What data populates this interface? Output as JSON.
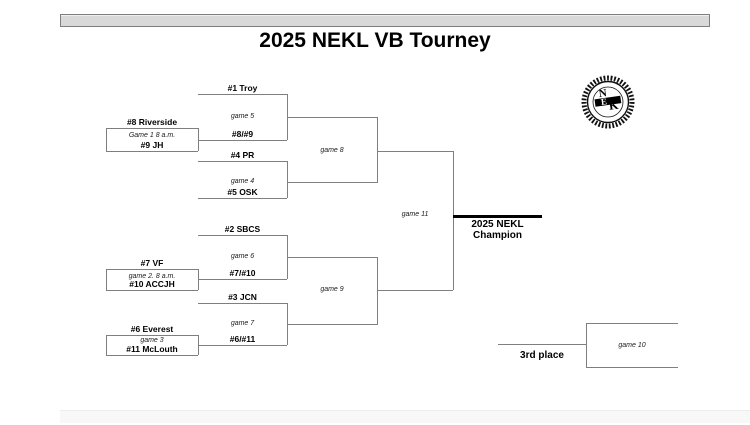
{
  "title": "2025 NEKL VB Tourney",
  "colors": {
    "bracket_line": "#7f7f7f",
    "champion_line": "#000000",
    "top_bar_fill": "#d9d9d9",
    "text": "#000000"
  },
  "slots": {
    "troy": "#1 Troy",
    "s89": "#8/#9",
    "pr": "#4 PR",
    "osk": "#5 OSK",
    "sbcs": "#2 SBCS",
    "s710": "#7/#10",
    "jcn": "#3 JCN",
    "s611": "#6/#11",
    "riverside": "#8  Riverside",
    "jh": "#9 JH",
    "vf": "#7 VF",
    "accjh": "#10 ACCJH",
    "everest": "#6 Everest",
    "mclouth": "#11 McLouth"
  },
  "games": {
    "g1": "Game 1  8 a.m.",
    "g2": "game 2.  8 a.m.",
    "g3": "game 3",
    "g4": "game 4",
    "g5": "game 5",
    "g6": "game 6",
    "g7": "game 7",
    "g8": "game 8",
    "g9": "game 9",
    "g10": "game 10",
    "g11": "game 11"
  },
  "champion": {
    "line1": "2025 NEKL",
    "line2": "Champion"
  },
  "third_place": {
    "label": "3rd place"
  },
  "logo": {
    "name": "NEKL league emblem",
    "letter_n": "N",
    "letter_e": "E",
    "letter_k": "K"
  }
}
